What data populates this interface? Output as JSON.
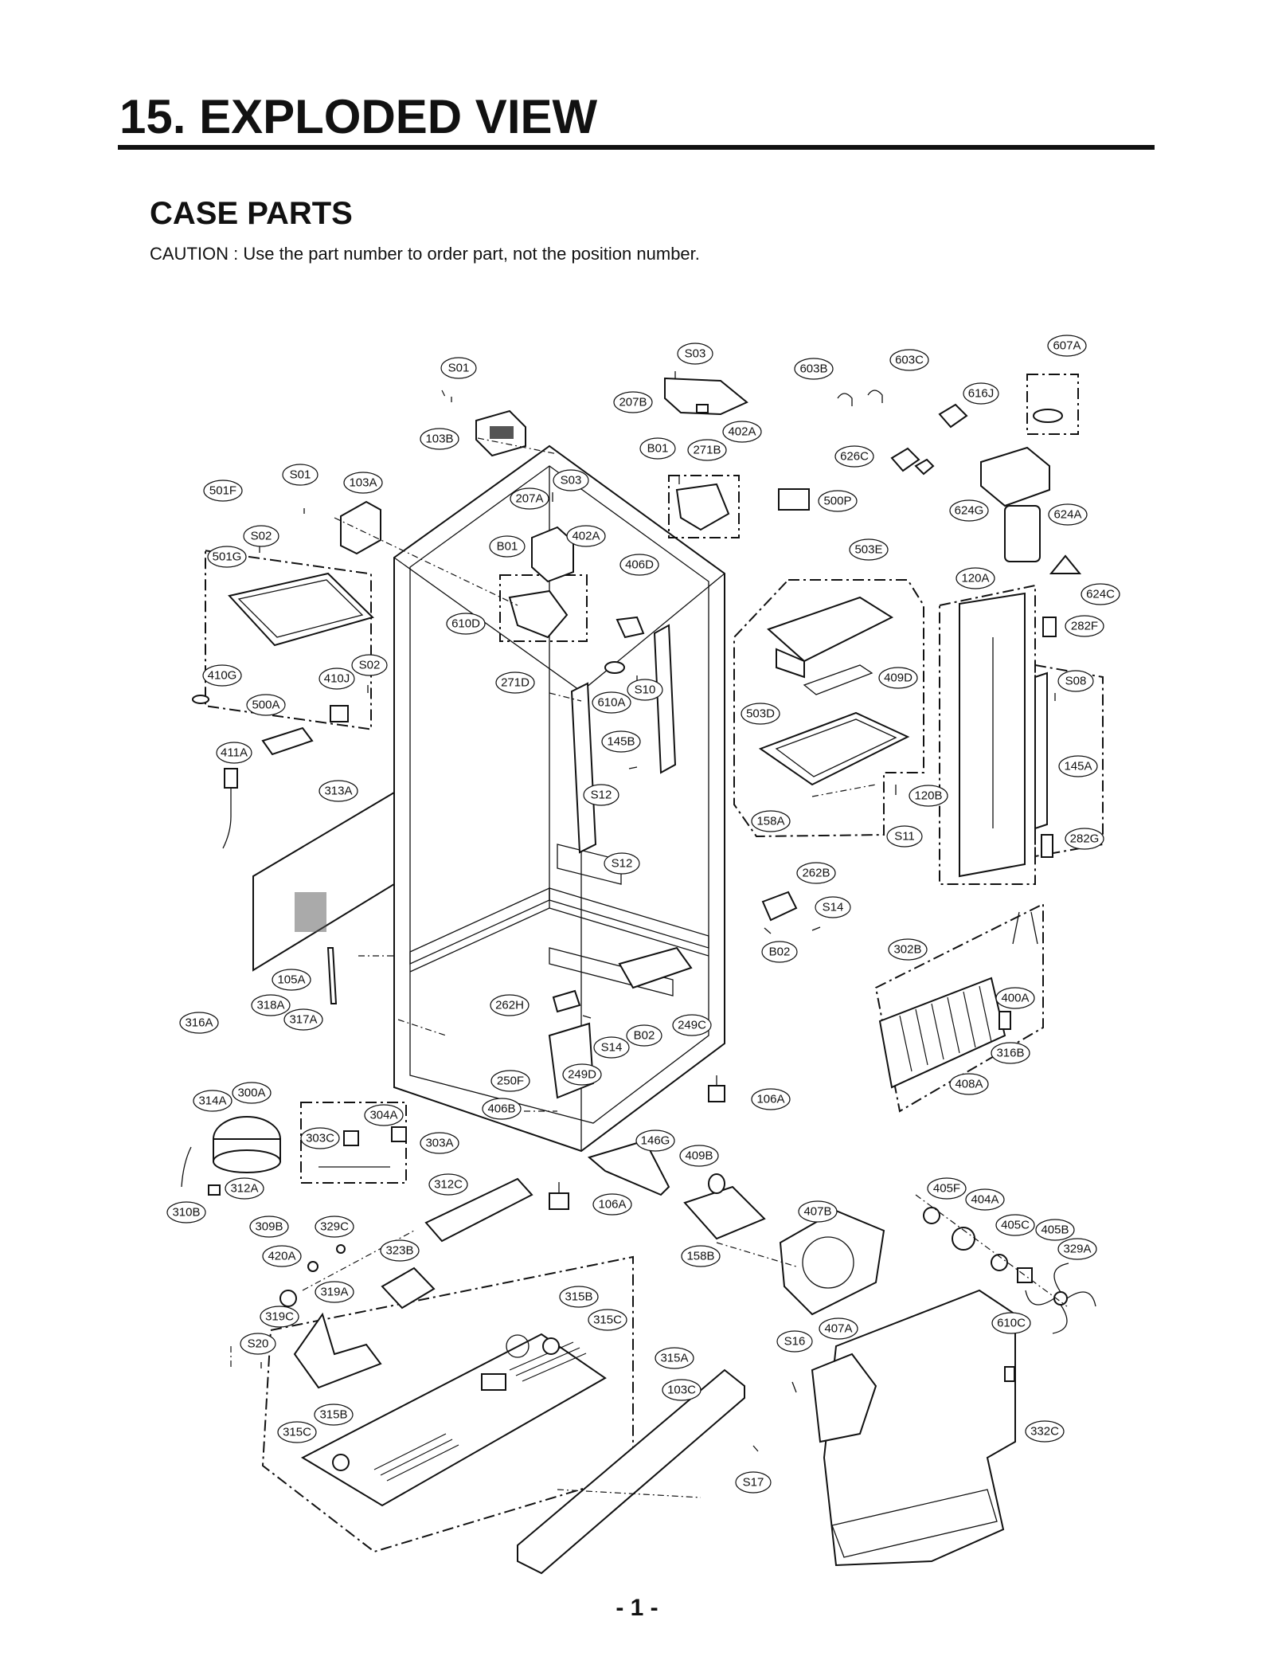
{
  "header": {
    "title": "15. EXPLODED VIEW",
    "subtitle": "CASE PARTS",
    "caution": "CAUTION : Use the part number to order part, not the position number."
  },
  "footer": {
    "page": "- 1 -"
  },
  "parts": [
    {
      "id": "S01a",
      "label": "S01"
    },
    {
      "id": "S03a",
      "label": "S03"
    },
    {
      "id": "603B",
      "label": "603B"
    },
    {
      "id": "603C",
      "label": "603C"
    },
    {
      "id": "607A",
      "label": "607A"
    },
    {
      "id": "616J",
      "label": "616J"
    },
    {
      "id": "207B",
      "label": "207B"
    },
    {
      "id": "402Aa",
      "label": "402A"
    },
    {
      "id": "103B",
      "label": "103B"
    },
    {
      "id": "B01a",
      "label": "B01"
    },
    {
      "id": "271B",
      "label": "271B"
    },
    {
      "id": "626C",
      "label": "626C"
    },
    {
      "id": "S01b",
      "label": "S01"
    },
    {
      "id": "103A",
      "label": "103A"
    },
    {
      "id": "S03b",
      "label": "S03"
    },
    {
      "id": "207A",
      "label": "207A"
    },
    {
      "id": "501F",
      "label": "501F"
    },
    {
      "id": "500P",
      "label": "500P"
    },
    {
      "id": "624G",
      "label": "624G"
    },
    {
      "id": "624A",
      "label": "624A"
    },
    {
      "id": "S02a",
      "label": "S02"
    },
    {
      "id": "402Ab",
      "label": "402A"
    },
    {
      "id": "B01b",
      "label": "B01"
    },
    {
      "id": "503E",
      "label": "503E"
    },
    {
      "id": "501G",
      "label": "501G"
    },
    {
      "id": "406D",
      "label": "406D"
    },
    {
      "id": "120A",
      "label": "120A"
    },
    {
      "id": "624C",
      "label": "624C"
    },
    {
      "id": "610D",
      "label": "610D"
    },
    {
      "id": "282F",
      "label": "282F"
    },
    {
      "id": "S02b",
      "label": "S02"
    },
    {
      "id": "410G",
      "label": "410G"
    },
    {
      "id": "410J",
      "label": "410J"
    },
    {
      "id": "271D",
      "label": "271D"
    },
    {
      "id": "409D",
      "label": "409D"
    },
    {
      "id": "S08",
      "label": "S08"
    },
    {
      "id": "S10",
      "label": "S10"
    },
    {
      "id": "500A",
      "label": "500A"
    },
    {
      "id": "610A",
      "label": "610A"
    },
    {
      "id": "503D",
      "label": "503D"
    },
    {
      "id": "411A",
      "label": "411A"
    },
    {
      "id": "145Ba",
      "label": "145B"
    },
    {
      "id": "145A",
      "label": "145A"
    },
    {
      "id": "313A",
      "label": "313A"
    },
    {
      "id": "S12a",
      "label": "S12"
    },
    {
      "id": "120B",
      "label": "120B"
    },
    {
      "id": "158Aa",
      "label": "158A"
    },
    {
      "id": "S11",
      "label": "S11"
    },
    {
      "id": "282G",
      "label": "282G"
    },
    {
      "id": "S12b",
      "label": "S12"
    },
    {
      "id": "262B",
      "label": "262B"
    },
    {
      "id": "S14a",
      "label": "S14"
    },
    {
      "id": "B02a",
      "label": "B02"
    },
    {
      "id": "302B",
      "label": "302B"
    },
    {
      "id": "105A",
      "label": "105A"
    },
    {
      "id": "262H",
      "label": "262H"
    },
    {
      "id": "400A",
      "label": "400A"
    },
    {
      "id": "318A",
      "label": "318A"
    },
    {
      "id": "249C",
      "label": "249C"
    },
    {
      "id": "316A",
      "label": "316A"
    },
    {
      "id": "317A",
      "label": "317A"
    },
    {
      "id": "B02b",
      "label": "B02"
    },
    {
      "id": "S14b",
      "label": "S14"
    },
    {
      "id": "316B",
      "label": "316B"
    },
    {
      "id": "250F",
      "label": "250F"
    },
    {
      "id": "249D",
      "label": "249D"
    },
    {
      "id": "408A",
      "label": "408A"
    },
    {
      "id": "314A",
      "label": "314A"
    },
    {
      "id": "300A",
      "label": "300A"
    },
    {
      "id": "106Aa",
      "label": "106A"
    },
    {
      "id": "406B",
      "label": "406B"
    },
    {
      "id": "304A",
      "label": "304A"
    },
    {
      "id": "303C",
      "label": "303C"
    },
    {
      "id": "303A",
      "label": "303A"
    },
    {
      "id": "146G",
      "label": "146G"
    },
    {
      "id": "409B",
      "label": "409B"
    },
    {
      "id": "312A",
      "label": "312A"
    },
    {
      "id": "312C",
      "label": "312C"
    },
    {
      "id": "405F",
      "label": "405F"
    },
    {
      "id": "404A",
      "label": "404A"
    },
    {
      "id": "310B",
      "label": "310B"
    },
    {
      "id": "106Ab",
      "label": "106A"
    },
    {
      "id": "407B",
      "label": "407B"
    },
    {
      "id": "405C",
      "label": "405C"
    },
    {
      "id": "405B",
      "label": "405B"
    },
    {
      "id": "309B",
      "label": "309B"
    },
    {
      "id": "329C",
      "label": "329C"
    },
    {
      "id": "158B",
      "label": "158B"
    },
    {
      "id": "329A",
      "label": "329A"
    },
    {
      "id": "420A",
      "label": "420A"
    },
    {
      "id": "323B",
      "label": "323B"
    },
    {
      "id": "319A",
      "label": "319A"
    },
    {
      "id": "315Ba",
      "label": "315B"
    },
    {
      "id": "315Ca",
      "label": "315C"
    },
    {
      "id": "319C",
      "label": "319C"
    },
    {
      "id": "610C",
      "label": "610C"
    },
    {
      "id": "407A",
      "label": "407A"
    },
    {
      "id": "S16",
      "label": "S16"
    },
    {
      "id": "S20",
      "label": "S20"
    },
    {
      "id": "315A",
      "label": "315A"
    },
    {
      "id": "103C",
      "label": "103C"
    },
    {
      "id": "315Bb",
      "label": "315B"
    },
    {
      "id": "332C",
      "label": "332C"
    },
    {
      "id": "315Cb",
      "label": "315C"
    },
    {
      "id": "S17",
      "label": "S17"
    }
  ]
}
